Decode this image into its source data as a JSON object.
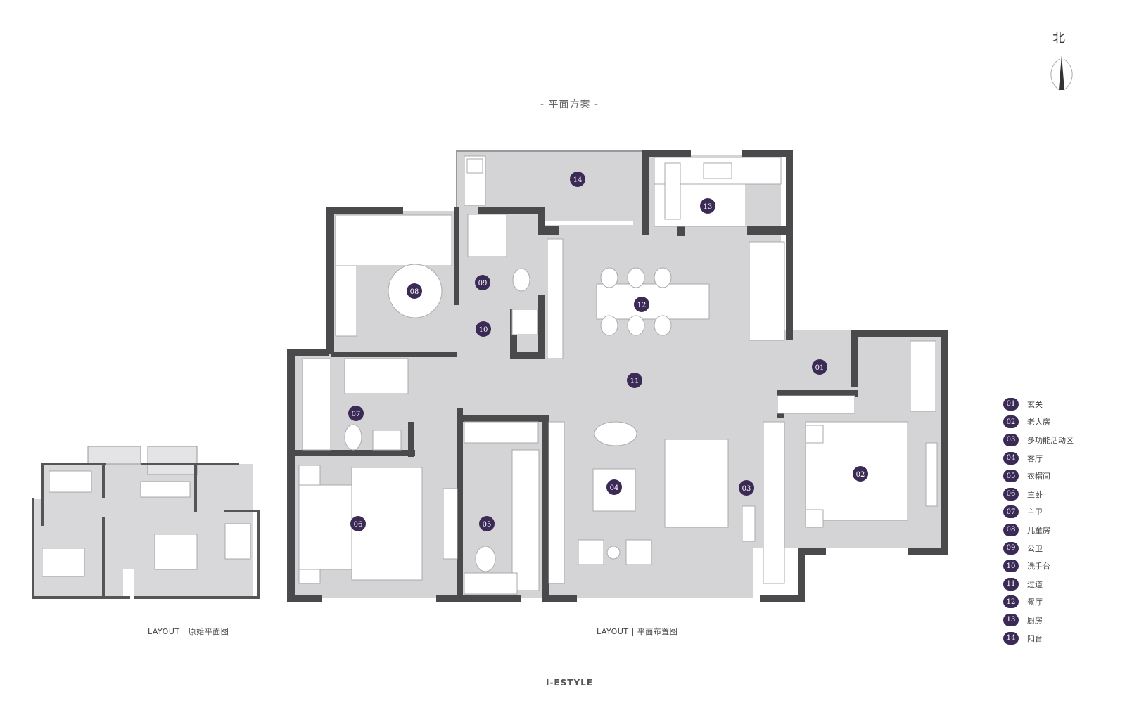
{
  "plan_title": "- 平面方案 -",
  "north_label": "北",
  "caption_original": "LAYOUT | 原始平面图",
  "caption_layout": "LAYOUT | 平面布置图",
  "brand": "I-ESTYLE",
  "colors": {
    "marker": "#3b2a55",
    "wall": "#4a4a4d",
    "floor": "#d4d4d6",
    "furniture": "#ffffff"
  },
  "markers": [
    "01",
    "02",
    "03",
    "04",
    "05",
    "06",
    "07",
    "08",
    "09",
    "10",
    "11",
    "12",
    "13",
    "14"
  ],
  "legend": [
    {
      "num": "01",
      "label": "玄关"
    },
    {
      "num": "02",
      "label": "老人房"
    },
    {
      "num": "03",
      "label": "多功能活动区"
    },
    {
      "num": "04",
      "label": "客厅"
    },
    {
      "num": "05",
      "label": "衣帽间"
    },
    {
      "num": "06",
      "label": "主卧"
    },
    {
      "num": "07",
      "label": "主卫"
    },
    {
      "num": "08",
      "label": "儿童房"
    },
    {
      "num": "09",
      "label": "公卫"
    },
    {
      "num": "10",
      "label": "洗手台"
    },
    {
      "num": "11",
      "label": "过道"
    },
    {
      "num": "12",
      "label": "餐厅"
    },
    {
      "num": "13",
      "label": "厨房"
    },
    {
      "num": "14",
      "label": "阳台"
    }
  ]
}
